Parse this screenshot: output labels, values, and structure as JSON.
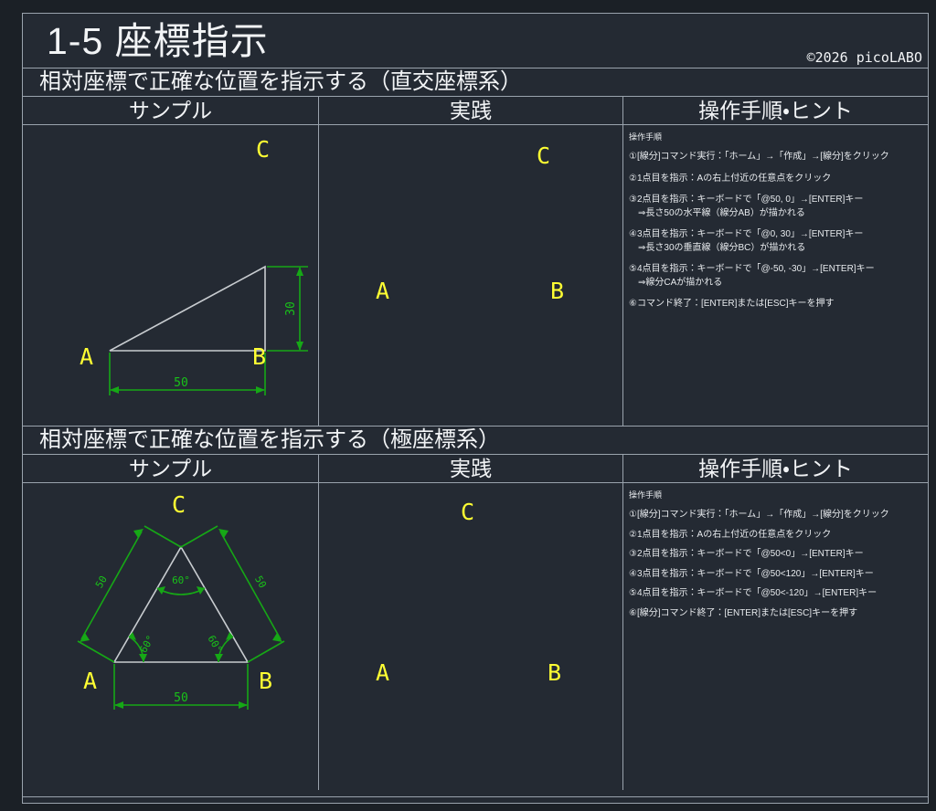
{
  "header": {
    "title": "1-5  座標指示",
    "copyright": "©2026 picoLABO"
  },
  "columns": {
    "sample": "サンプル",
    "practice": "実践",
    "hint": "操作手順・ヒント"
  },
  "sections": [
    {
      "title": "相対座標で正確な位置を指示する（直交座標系）",
      "hint_heading": "操作手順",
      "steps": [
        {
          "main": "①[線分]コマンド実行：「ホーム」→「作成」→[線分]をクリック",
          "sub": ""
        },
        {
          "main": "②1点目を指示：Aの右上付近の任意点をクリック",
          "sub": ""
        },
        {
          "main": "③2点目を指示：キーボードで「@50, 0」→[ENTER]キー",
          "sub": "⇒長さ50の水平線（線分AB）が描かれる"
        },
        {
          "main": "④3点目を指示：キーボードで「@0, 30」→[ENTER]キー",
          "sub": "⇒長さ30の垂直線（線分BC）が描かれる"
        },
        {
          "main": "⑤4点目を指示：キーボードで「@-50, -30」→[ENTER]キー",
          "sub": "⇒線分CAが描かれる"
        },
        {
          "main": "⑥コマンド終了：[ENTER]または[ESC]キーを押す",
          "sub": ""
        }
      ],
      "sample_labels": {
        "a": "A",
        "b": "B",
        "c": "C"
      },
      "sample_dims": {
        "horizontal": "50",
        "vertical": "30"
      },
      "practice_labels": {
        "a": "A",
        "b": "B",
        "c": "C"
      }
    },
    {
      "title": "相対座標で正確な位置を指示する（極座標系）",
      "hint_heading": "操作手順",
      "steps": [
        {
          "main": "①[線分]コマンド実行：「ホーム」→「作成」→[線分]をクリック",
          "sub": ""
        },
        {
          "main": "②1点目を指示：Aの右上付近の任意点をクリック",
          "sub": ""
        },
        {
          "main": "③2点目を指示：キーボードで「@50<0」→[ENTER]キー",
          "sub": ""
        },
        {
          "main": "④3点目を指示：キーボードで「@50<120」→[ENTER]キー",
          "sub": ""
        },
        {
          "main": "⑤4点目を指示：キーボードで「@50<-120」→[ENTER]キー",
          "sub": ""
        },
        {
          "main": "⑥[線分]コマンド終了：[ENTER]または[ESC]キーを押す",
          "sub": ""
        }
      ],
      "sample_labels": {
        "a": "A",
        "b": "B",
        "c": "C"
      },
      "sample_dims": {
        "side_ab": "50",
        "side_ac": "50",
        "side_bc": "50"
      },
      "sample_angles": {
        "at_a": "60°",
        "at_b": "60°",
        "at_c": "60°"
      },
      "practice_labels": {
        "a": "A",
        "b": "B",
        "c": "C"
      }
    }
  ],
  "colors": {
    "background": "#1b2026",
    "sheet": "#242a33",
    "border": "#9aa3ad",
    "text": "#f2f4f6",
    "dimension_green": "#16a816",
    "label_yellow": "#ffff33",
    "geometry_gray": "#c8ccd0"
  }
}
